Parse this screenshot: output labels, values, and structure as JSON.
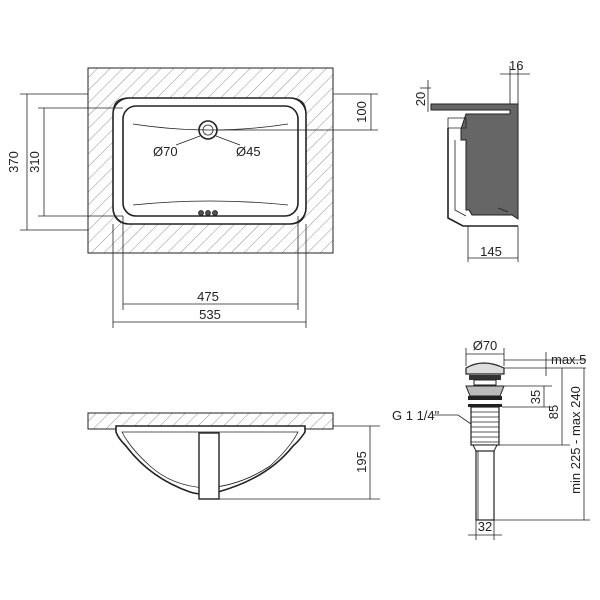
{
  "top_view": {
    "dim_width_outer": "535",
    "dim_width_inner": "475",
    "dim_height_outer": "370",
    "dim_height_inner": "310",
    "dim_drain_offset": "100",
    "dim_drain_outer": "Ø70",
    "dim_drain_inner": "Ø45"
  },
  "side_view": {
    "dim_top": "20",
    "dim_wall": "16",
    "dim_depth": "145"
  },
  "front_view": {
    "dim_height": "195"
  },
  "drain_detail": {
    "dim_cap": "Ø70",
    "dim_max": "max.5",
    "dim_35": "35",
    "dim_85": "85",
    "dim_thread": "G 1 1/4\"",
    "dim_range": "min 225 - max 240",
    "dim_pipe": "32"
  }
}
